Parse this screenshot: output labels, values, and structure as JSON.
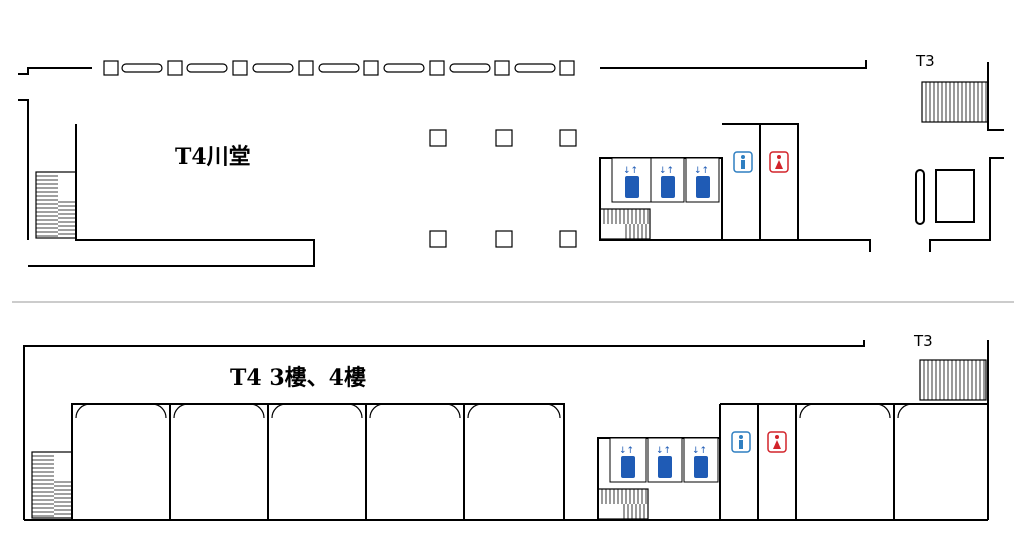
{
  "floor_upper": {
    "title": "T4川堂",
    "neighbor_label": "T3"
  },
  "floor_lower": {
    "title": "T4  3樓、4樓",
    "neighbor_label": "T3"
  },
  "icons": {
    "elevator": "elevator-icon",
    "restroom_male": "male-restroom-icon",
    "restroom_female": "female-restroom-icon",
    "stairs": "stairs-icon"
  },
  "colors": {
    "elevator_icon": "#1f5bb5",
    "male_restroom": "#2f7fc1",
    "female_restroom": "#d2232a"
  }
}
